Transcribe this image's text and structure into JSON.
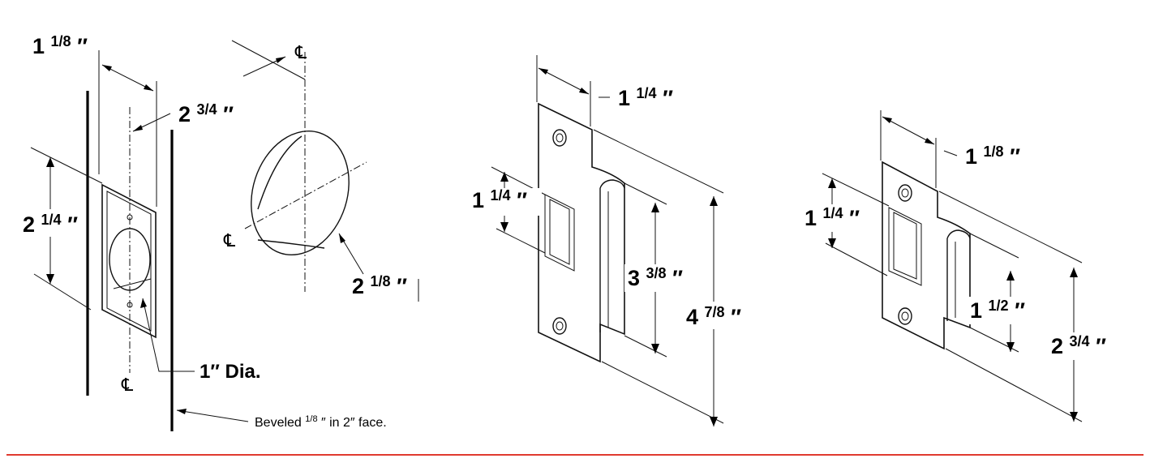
{
  "diagram": {
    "centerline_symbol": "℄",
    "prep": {
      "dims": {
        "backset_width": {
          "whole": "1",
          "frac": "1/8",
          "unit": "″"
        },
        "backset": {
          "whole": "2",
          "frac": "3/4",
          "unit": "″"
        },
        "height": {
          "whole": "2",
          "frac": "1/4",
          "unit": "″"
        },
        "bore": {
          "whole": "2",
          "frac": "1/8",
          "unit": "″"
        }
      },
      "dia_label": "1″ Dia.",
      "bevel_note_pre": "Beveled ",
      "bevel_note_frac": "1/8",
      "bevel_note_post": "″ in 2″ face."
    },
    "strike_large": {
      "width": {
        "whole": "1",
        "frac": "1/4",
        "unit": "″"
      },
      "opening": {
        "whole": "1",
        "frac": "1/4",
        "unit": "″"
      },
      "lip": {
        "whole": "3",
        "frac": "3/8",
        "unit": "″"
      },
      "height": {
        "whole": "4",
        "frac": "7/8",
        "unit": "″"
      }
    },
    "strike_small": {
      "width": {
        "whole": "1",
        "frac": "1/8",
        "unit": "″"
      },
      "opening": {
        "whole": "1",
        "frac": "1/4",
        "unit": "″"
      },
      "lip": {
        "whole": "1",
        "frac": "1/2",
        "unit": "″"
      },
      "height": {
        "whole": "2",
        "frac": "3/4",
        "unit": "″"
      }
    }
  },
  "colors": {
    "rule": "#e03a2f",
    "ink": "#111111"
  }
}
